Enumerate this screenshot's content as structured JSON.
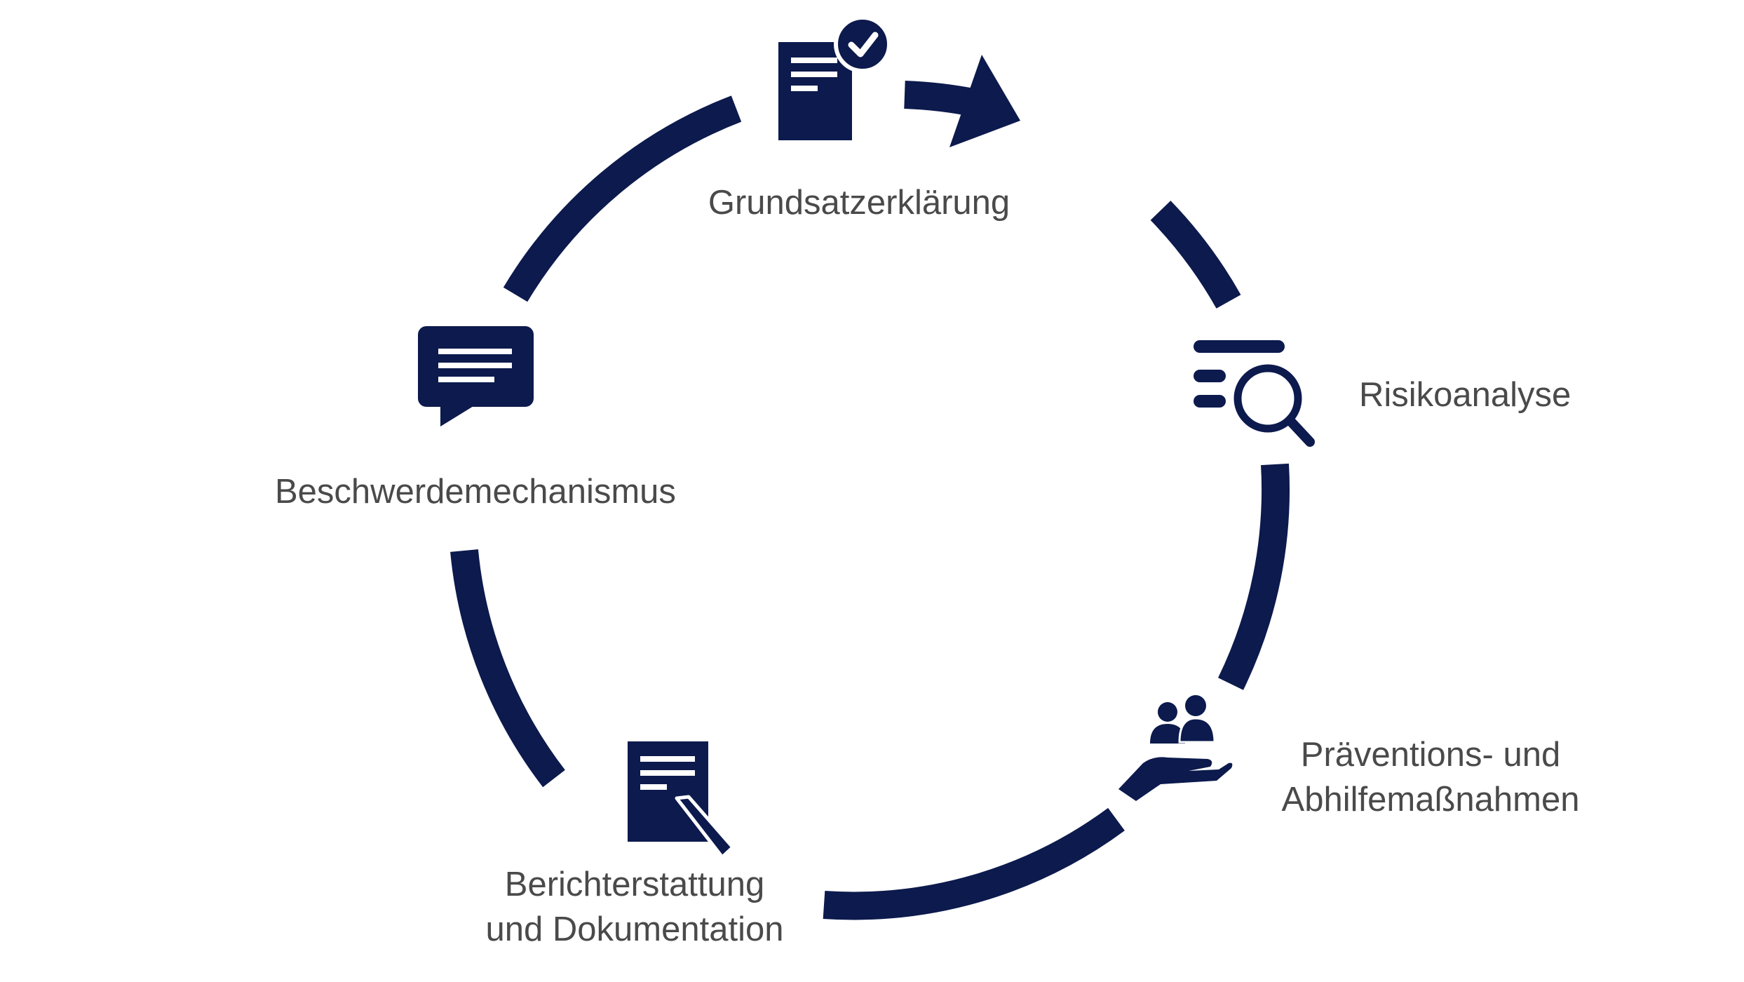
{
  "diagram": {
    "type": "cycle",
    "accent_color": "#0c1a4d",
    "steps": [
      {
        "label": "Grundsatzerklärung",
        "icon": "document-check-icon"
      },
      {
        "label": "Risikoanalyse",
        "icon": "list-search-icon"
      },
      {
        "label_line1": "Präventions- und",
        "label_line2": "Abhilfemaßnahmen",
        "icon": "hand-with-people-icon"
      },
      {
        "label_line1": "Berichterstattung",
        "label_line2": "und Dokumentation",
        "icon": "document-pen-icon"
      },
      {
        "label": "Beschwerdemechanismus",
        "icon": "speech-bubble-icon"
      }
    ]
  }
}
